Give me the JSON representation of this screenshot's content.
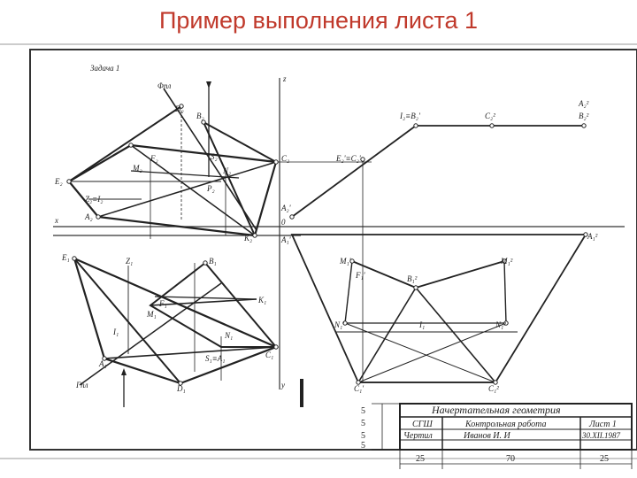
{
  "slide": {
    "title": "Пример выполнения листа 1"
  },
  "drawing": {
    "task_label": "Задача 1",
    "axis": {
      "z": "z",
      "x": "x",
      "y": "y",
      "origin": "0"
    },
    "labels": {
      "phi": "Φпл",
      "gamma": "Гпл",
      "D2": "D₂",
      "B2": "B₂",
      "F2": "F₂",
      "S2": "S₂",
      "M2": "M₂",
      "N2": "N₂",
      "C2": "C₂",
      "E2": "E₂",
      "Z2I2": "Z₂≡I₂",
      "P2": "P₂",
      "A2": "A₂",
      "K2": "K₂",
      "E1": "E₁",
      "Z1": "Z₁",
      "B1": "B₁",
      "F1": "F₁",
      "M1": "M₁",
      "K1": "K₁",
      "I1": "I₁",
      "N1": "N₁",
      "A1": "A₁",
      "S1A1": "S₁≡A₁",
      "C1": "C₁",
      "D1": "D₁",
      "r_I": "I₂≡B₂'",
      "r_C2": "C₂²",
      "r_A2": "A₂²",
      "r_B2": "B₂²",
      "r_E2C2": "E₂'≡C₂'",
      "r_A2p": "A₂'",
      "r_A1p": "A₁'",
      "r_A1s": "A₁²",
      "r_M1": "M₁'",
      "r_F1": "F₁'",
      "r_B1": "B₁²",
      "r_M1s": "M₁²",
      "r_N1": "N₁'",
      "r_I1": "I₁",
      "r_N1s": "N₁²",
      "r_C1": "C₁'",
      "r_C1s": "C₁²"
    }
  },
  "title_block": {
    "row_heights": [
      "5",
      "5",
      "5",
      "5"
    ],
    "title": "Начертательная геометрия",
    "org": "СГШ",
    "work": "Контрольная работа",
    "sheet": "Лист 1",
    "role": "Чертил",
    "name": "Иванов И. И",
    "date": "30.XII.1987",
    "dims": [
      "25",
      "70",
      "25"
    ]
  }
}
